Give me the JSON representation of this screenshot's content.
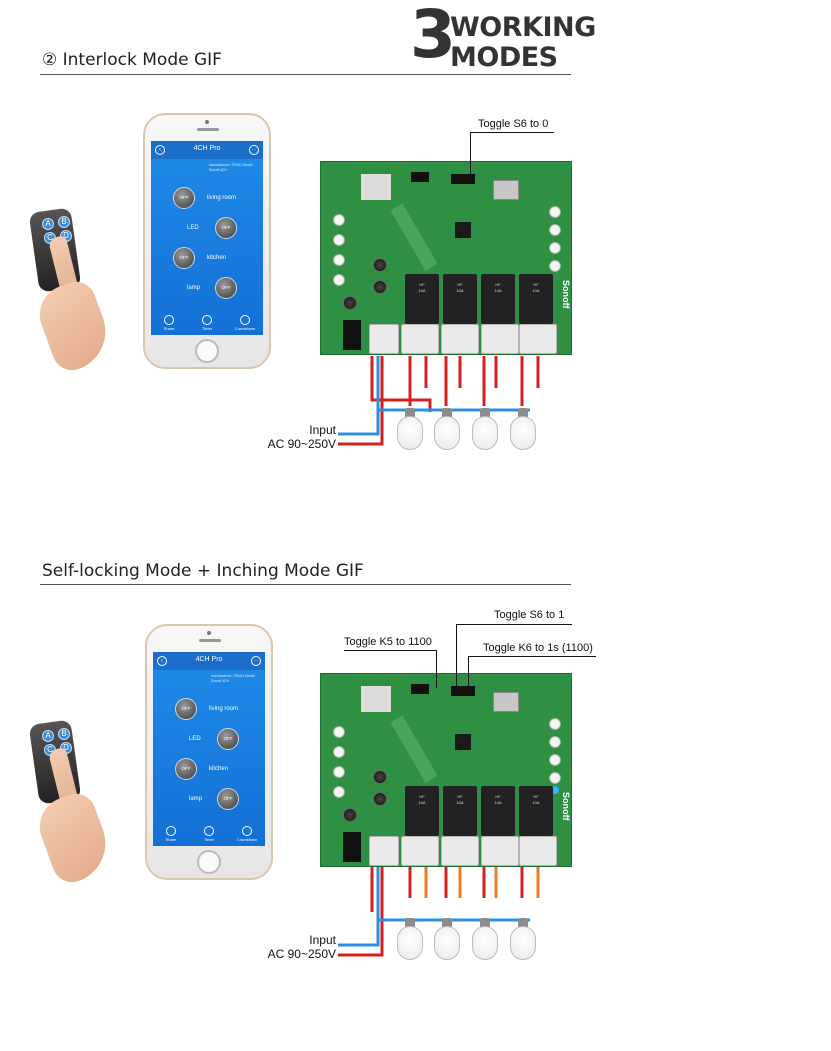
{
  "header": {
    "badge_number": "3",
    "badge_line1": "WORKING",
    "badge_line2": "MODES"
  },
  "sections": [
    {
      "title": "② Interlock Mode GIF",
      "annotations": [
        "Toggle S6 to 0"
      ],
      "phone": {
        "app_title": "4CH Pro",
        "info": "manufacturer: ITEAD  Model: Sonoff 4CH",
        "switches": [
          "OFF",
          "OFF",
          "OFF",
          "OFF"
        ],
        "labels": [
          "living room",
          "LED",
          "kitchen",
          "lamp"
        ],
        "tabs": [
          "Share",
          "Timer",
          "Countdown"
        ]
      },
      "input_label": "Input",
      "voltage_label": "AC 90~250V",
      "wire_color": "#e02020"
    },
    {
      "title": "Self-locking Mode + Inching Mode GIF",
      "annotations": [
        "Toggle S6 to 1",
        "Toggle K5 to 1100",
        "Toggle K6 to 1s (1100)"
      ],
      "phone": {
        "app_title": "4CH Pro",
        "info": "manufacturer: ITEAD  Model: Sonoff 4CH",
        "switches": [
          "OFF",
          "OFF",
          "OFF",
          "OFF"
        ],
        "labels": [
          "living room",
          "LED",
          "kitchen",
          "lamp"
        ],
        "tabs": [
          "Share",
          "Timer",
          "Countdown"
        ]
      },
      "input_label": "Input",
      "voltage_label": "AC 90~250V",
      "wire_color": "#f07a20"
    }
  ],
  "remote_buttons": [
    "A",
    "B",
    "C",
    "D"
  ],
  "board_brand": "Sonoff",
  "colors": {
    "pcb": "#2f8f43",
    "live_wire": "#d42020",
    "neutral_wire": "#2d8fe0"
  }
}
